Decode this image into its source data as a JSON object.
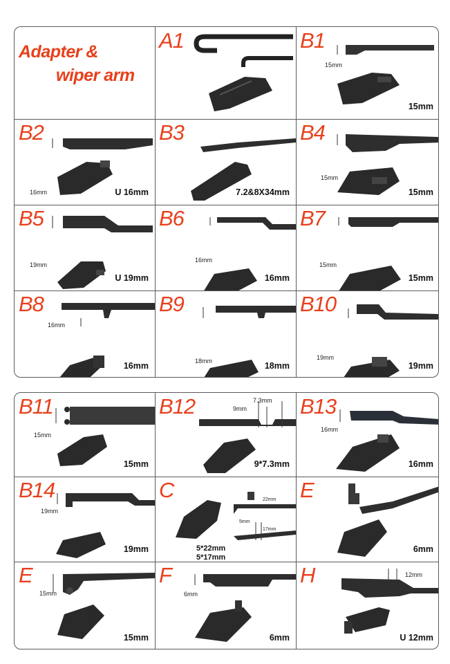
{
  "title": {
    "line1": "Adapter &",
    "line2": "wiper arm"
  },
  "cells": [
    {
      "id": "A1",
      "code": "A1",
      "size": "",
      "dims": []
    },
    {
      "id": "B1",
      "code": "B1",
      "size": "15mm",
      "dims": [
        "15mm"
      ]
    },
    {
      "id": "B2",
      "code": "B2",
      "size": "U 16mm",
      "dims": [
        "16mm"
      ]
    },
    {
      "id": "B3",
      "code": "B3",
      "size": "7.2&8X34mm",
      "dims": []
    },
    {
      "id": "B4",
      "code": "B4",
      "size": "15mm",
      "dims": [
        "15mm"
      ]
    },
    {
      "id": "B5",
      "code": "B5",
      "size": "U 19mm",
      "dims": [
        "19mm"
      ]
    },
    {
      "id": "B6",
      "code": "B6",
      "size": "16mm",
      "dims": [
        "16mm"
      ]
    },
    {
      "id": "B7",
      "code": "B7",
      "size": "15mm",
      "dims": [
        "15mm"
      ]
    },
    {
      "id": "B8",
      "code": "B8",
      "size": "16mm",
      "dims": [
        "16mm"
      ]
    },
    {
      "id": "B9",
      "code": "B9",
      "size": "18mm",
      "dims": [
        "18mm"
      ]
    },
    {
      "id": "B10",
      "code": "B10",
      "size": "19mm",
      "dims": [
        "19mm"
      ]
    },
    {
      "id": "B11",
      "code": "B11",
      "size": "15mm",
      "dims": [
        "15mm"
      ]
    },
    {
      "id": "B12",
      "code": "B12",
      "size": "9*7.3mm",
      "dims": [
        "7.3mm",
        "9mm"
      ]
    },
    {
      "id": "B13",
      "code": "B13",
      "size": "16mm",
      "dims": [
        "16mm"
      ]
    },
    {
      "id": "B14",
      "code": "B14",
      "size": "19mm",
      "dims": [
        "19mm"
      ]
    },
    {
      "id": "C",
      "code": "C",
      "size": "5*22mm",
      "size2": "5*17mm",
      "dims": [
        "22mm",
        "5mm",
        "17mm"
      ]
    },
    {
      "id": "E1",
      "code": "E",
      "size": "6mm",
      "dims": []
    },
    {
      "id": "E2",
      "code": "E",
      "size": "15mm",
      "dims": [
        "15mm"
      ]
    },
    {
      "id": "F",
      "code": "F",
      "size": "6mm",
      "dims": [
        "6mm"
      ]
    },
    {
      "id": "H",
      "code": "H",
      "size": "U 12mm",
      "dims": [
        "12mm"
      ]
    }
  ],
  "colors": {
    "accent": "#e8401c",
    "border": "#5a5a5a",
    "part": "#2a2a2a",
    "text": "#111111"
  }
}
